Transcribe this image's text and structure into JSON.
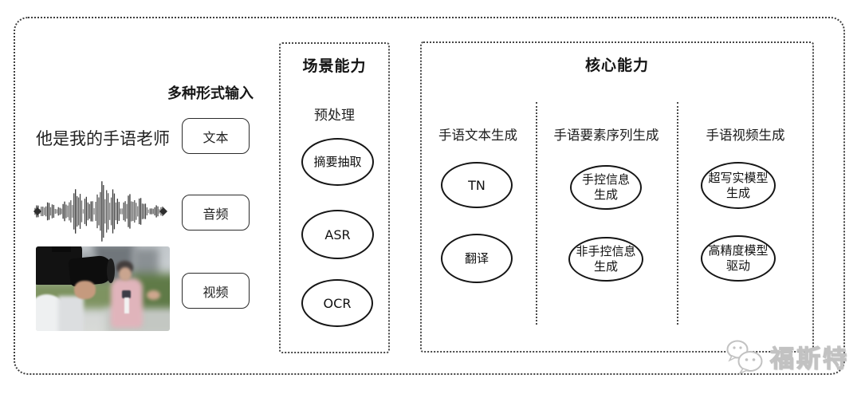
{
  "input_section": {
    "header": "多种形式输入",
    "sample_text": "他是我的手语老师",
    "buttons": [
      {
        "label": "文本"
      },
      {
        "label": "音频"
      },
      {
        "label": "视频"
      }
    ],
    "icons": {
      "audio": "audio-waveform-icon",
      "video": "news-interview-photo"
    }
  },
  "scene_box": {
    "title": "场景能力",
    "group_label": "预处理",
    "nodes": [
      {
        "label": "摘要抽取"
      },
      {
        "label": "ASR"
      },
      {
        "label": "OCR"
      }
    ]
  },
  "core_box": {
    "title": "核心能力",
    "columns": [
      {
        "header": "手语文本生成",
        "nodes": [
          {
            "label": "TN"
          },
          {
            "label": "翻译"
          }
        ]
      },
      {
        "header": "手语要素序列生成",
        "nodes": [
          {
            "label": "手控信息\n生成"
          },
          {
            "label": "非手控信息\n生成"
          }
        ]
      },
      {
        "header": "手语视频生成",
        "nodes": [
          {
            "label": "超写实模型\n生成"
          },
          {
            "label": "高精度模型\n驱动"
          }
        ]
      }
    ]
  },
  "watermark": {
    "logo": "wechat-logo-icon",
    "text": "福斯特"
  },
  "colors": {
    "line": "#3f3f3f",
    "background": "#ffffff",
    "watermark": "#c2c2c2"
  }
}
